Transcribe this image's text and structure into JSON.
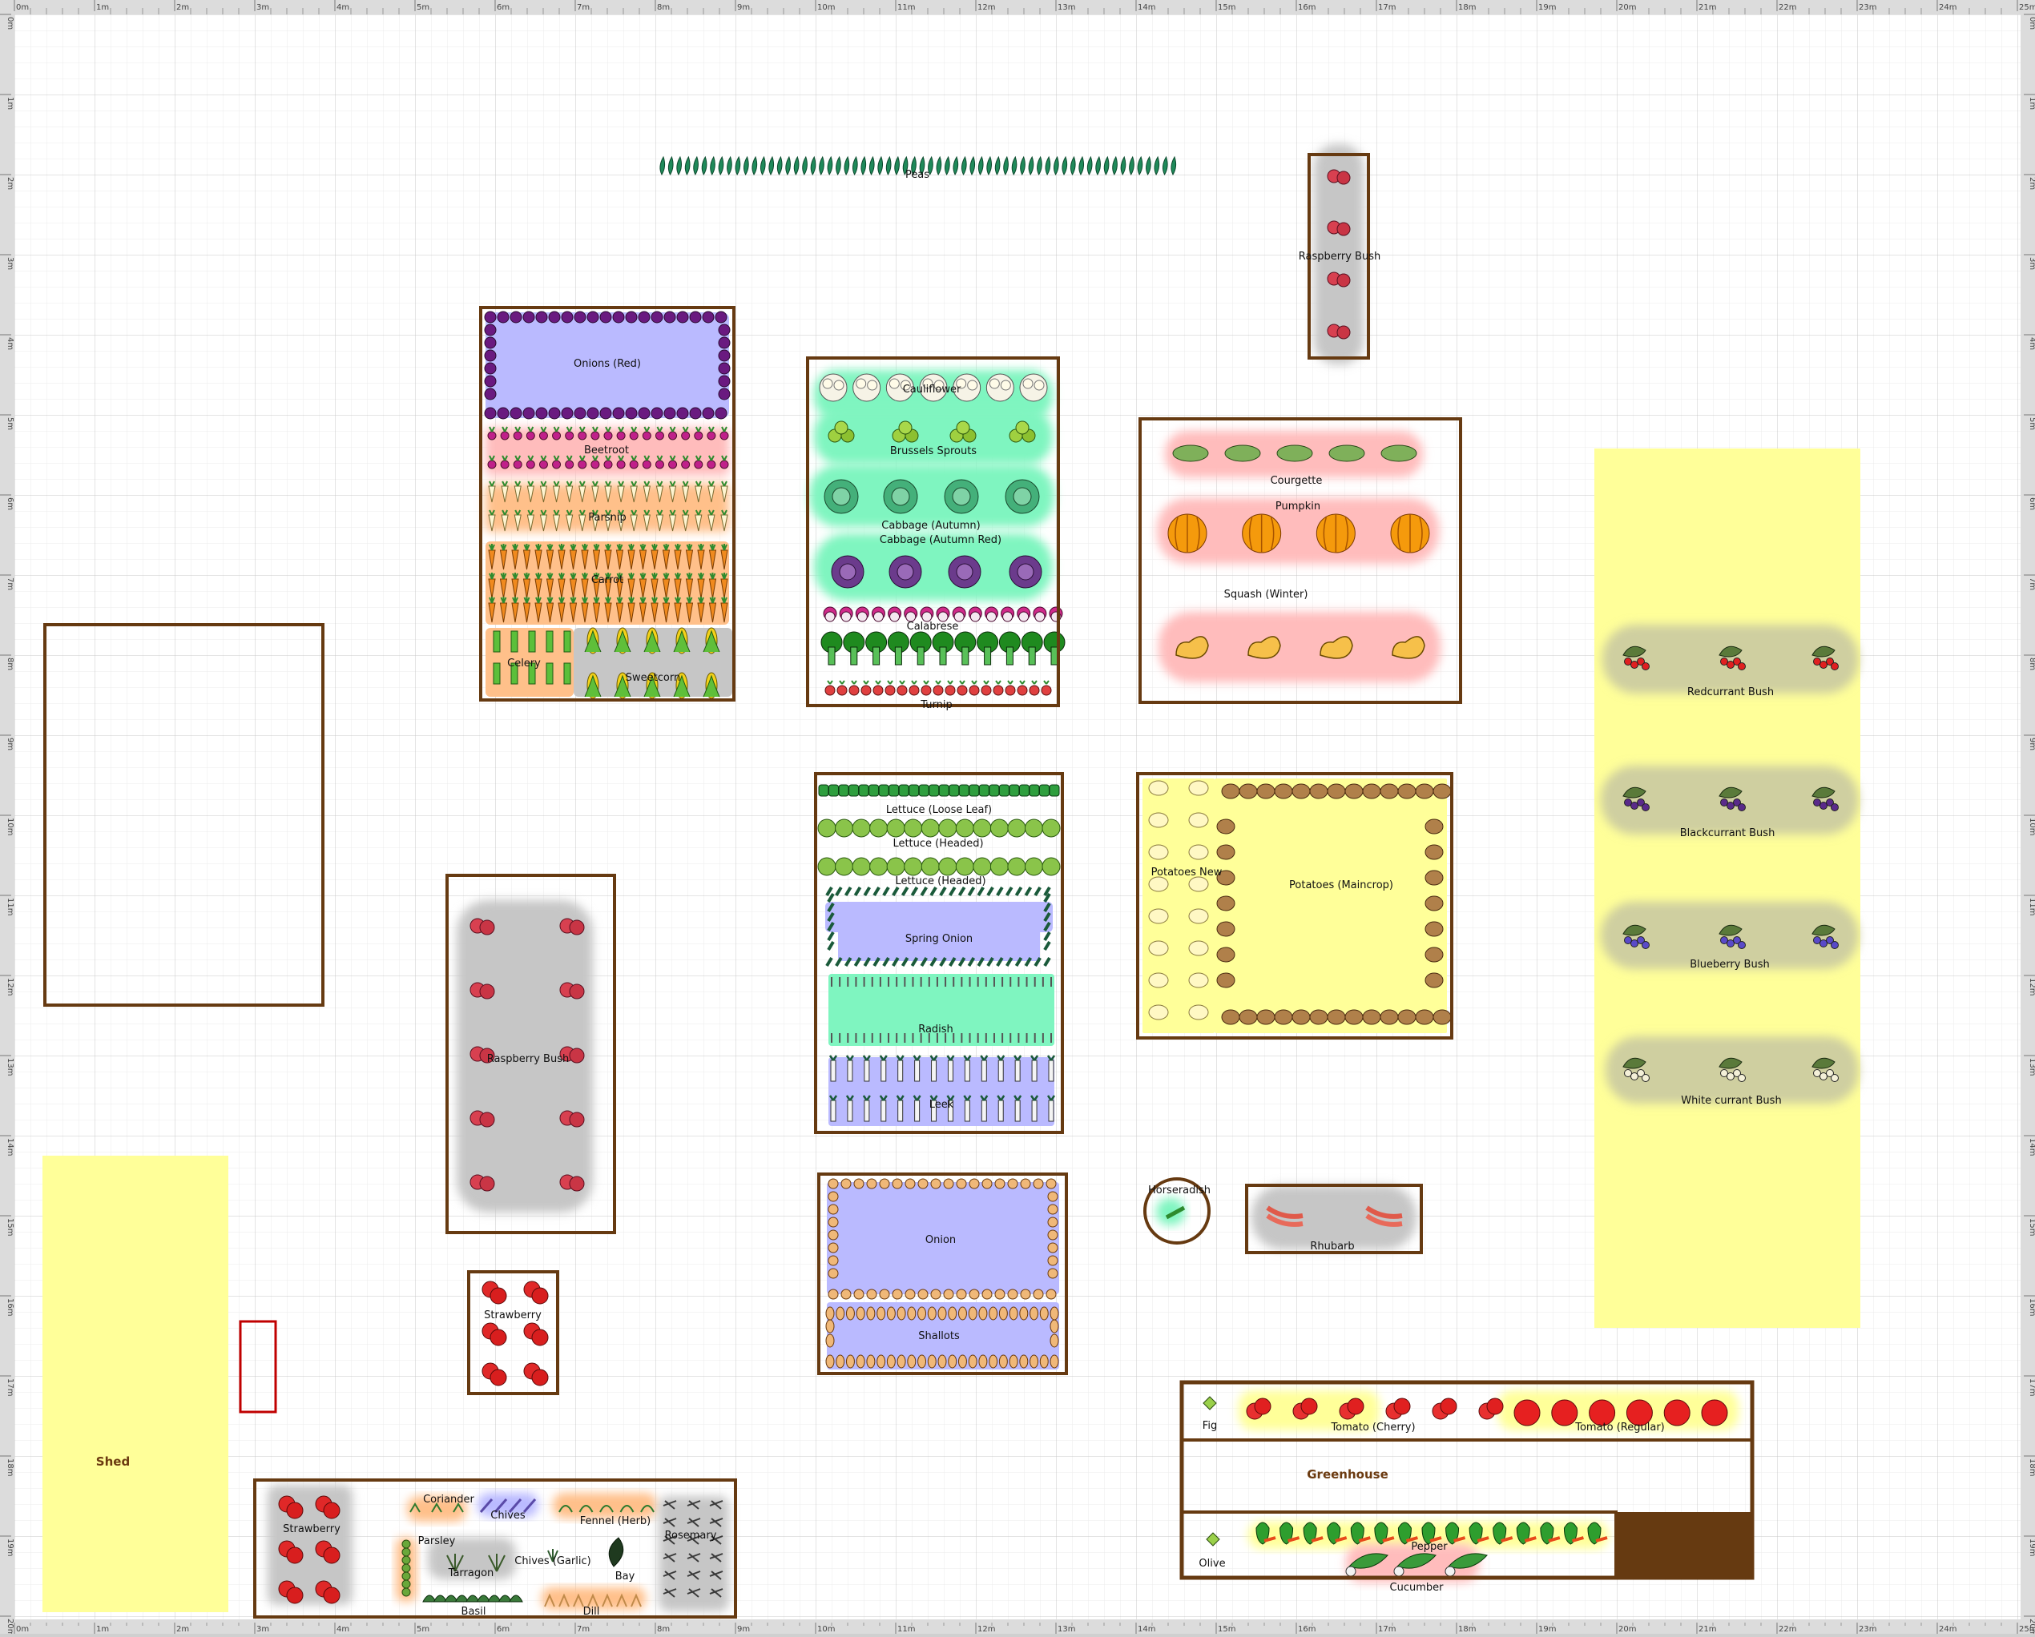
{
  "app": {
    "title": "Garden Planner"
  },
  "ruler": {
    "x_labels": [
      "0m",
      "1m",
      "2m",
      "3m",
      "4m",
      "5m",
      "6m",
      "7m",
      "8m",
      "9m",
      "10m",
      "11m",
      "12m",
      "13m",
      "14m",
      "15m",
      "16m",
      "17m",
      "18m",
      "19m",
      "20m",
      "21m",
      "22m",
      "23m",
      "24m",
      "25m"
    ],
    "y_labels": [
      "0m",
      "1m",
      "2m",
      "3m",
      "4m",
      "5m",
      "6m",
      "7m",
      "8m",
      "9m",
      "10m",
      "11m",
      "12m",
      "13m",
      "14m",
      "15m",
      "16m",
      "17m",
      "18m",
      "19m",
      "20m"
    ]
  },
  "colors": {
    "bed_border": "#663a11",
    "canvas": "#ffffff",
    "grid_minor": "#ebebeb",
    "grid_major": "#c8c8c8",
    "ruler_bg": "#dcdcdc",
    "area_yellow": "#ffff99",
    "zone_lavender": "#babaff",
    "zone_orange": "#ffc08a",
    "zone_mint": "#7ff5c0",
    "zone_pink": "#ffbcbc",
    "zone_grey": "#c6c6c6",
    "zone_khaki": "#cfcfa0",
    "greenhouse_dark": "#663a11",
    "shed_label": "#6b3a10"
  },
  "labels": {
    "peas": "Peas",
    "raspberry_bush_top": "Raspberry Bush",
    "onions_red": "Onions (Red)",
    "beetroot": "Beetroot",
    "parsnip": "Parsnip",
    "carrot": "Carrot",
    "celery": "Celery",
    "sweetcorn": "Sweetcorn",
    "cauliflower": "Cauliflower",
    "brussels_sprouts": "Brussels Sprouts",
    "cabbage_autumn": "Cabbage (Autumn)",
    "cabbage_autumn_red": "Cabbage (Autumn Red)",
    "calabrese": "Calabrese",
    "turnip": "Turnip",
    "courgette": "Courgette",
    "pumpkin": "Pumpkin",
    "squash_winter": "Squash (Winter)",
    "redcurrant": "Redcurrant Bush",
    "blackcurrant": "Blackcurrant Bush",
    "blueberry": "Blueberry Bush",
    "whitecurrant": "White currant Bush",
    "lettuce_loose": "Lettuce (Loose Leaf)",
    "lettuce_headed_1": "Lettuce (Headed)",
    "lettuce_headed_2": "Lettuce (Headed)",
    "spring_onion": "Spring Onion",
    "radish": "Radish",
    "leek": "Leek",
    "potatoes_new": "Potatoes New",
    "potatoes_maincrop": "Potatoes (Maincrop)",
    "raspberry_bush_mid": "Raspberry Bush",
    "horseradish": "Horseradish",
    "rhubarb": "Rhubarb",
    "onion": "Onion",
    "shallots": "Shallots",
    "strawberry_mid": "Strawberry",
    "fig": "Fig",
    "tomato_cherry": "Tomato (Cherry)",
    "tomato_regular": "Tomato (Regular)",
    "greenhouse": "Greenhouse",
    "olive": "Olive",
    "pepper": "Pepper",
    "cucumber": "Cucumber",
    "shed": "Shed",
    "strawberry_herb": "Strawberry",
    "coriander": "Coriander",
    "chives": "Chives",
    "fennel": "Fennel (Herb)",
    "rosemary": "Rosemary",
    "parsley": "Parsley",
    "tarragon": "Tarragon",
    "chives_garlic": "Chives (Garlic)",
    "bay": "Bay",
    "basil": "Basil",
    "dill": "Dill"
  }
}
